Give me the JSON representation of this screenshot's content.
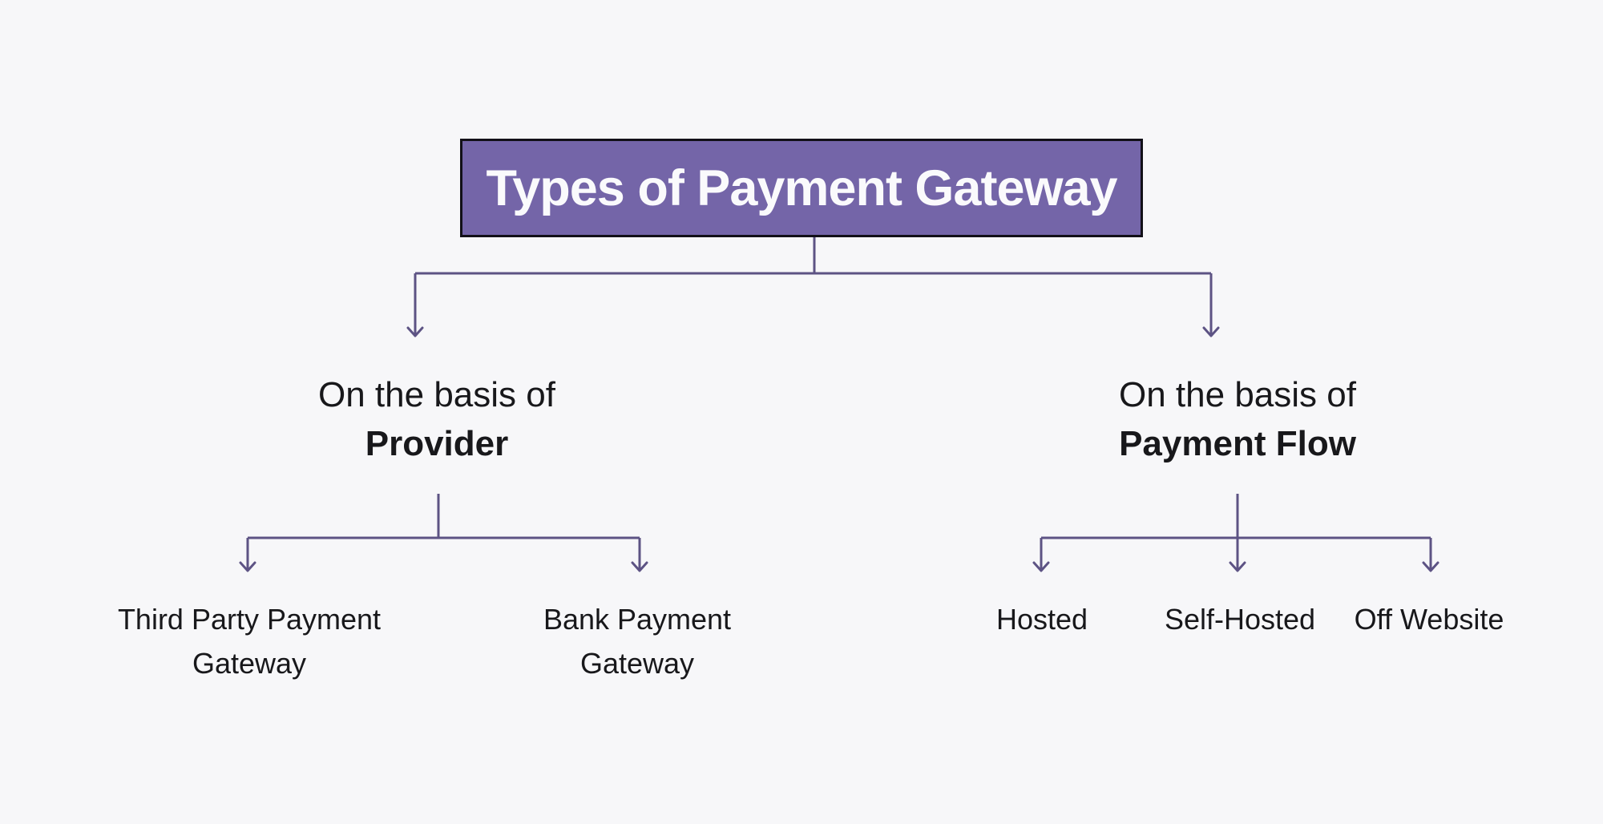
{
  "diagram": {
    "title": "Types of Payment Gateway",
    "branches": [
      {
        "prefix": "On the basis of",
        "emphasis": "Provider",
        "children": [
          {
            "lines": [
              "Third Party Payment",
              "Gateway"
            ]
          },
          {
            "lines": [
              "Bank Payment",
              "Gateway"
            ]
          }
        ]
      },
      {
        "prefix": "On the basis of",
        "emphasis": "Payment Flow",
        "children": [
          {
            "lines": [
              "Hosted"
            ]
          },
          {
            "lines": [
              "Self-Hosted"
            ]
          },
          {
            "lines": [
              "Off Website"
            ]
          }
        ]
      }
    ]
  },
  "theme": {
    "background": "#f7f7f9",
    "title_box_fill": "#7465a8",
    "title_box_border": "#121018",
    "title_text_color": "#fafafc",
    "connector_color": "#5d5384",
    "text_color": "#18181b"
  }
}
